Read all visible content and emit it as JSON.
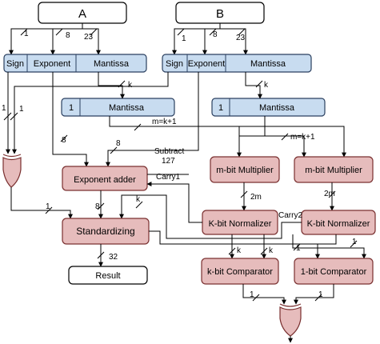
{
  "colors": {
    "blue_fill": "#c8dcf0",
    "blue_stroke": "#2a3f5f",
    "pink_fill": "#e6bcbc",
    "pink_stroke": "#7a3030",
    "white_fill": "#ffffff",
    "line": "#000000"
  },
  "inputs": {
    "a": "A",
    "b": "B"
  },
  "fields": {
    "sign": "Sign",
    "exponent": "Exponent",
    "mantissa": "Mantissa"
  },
  "mantissa_blocks": {
    "hidden_bit": "1",
    "label": "Mantissa"
  },
  "blocks": {
    "exponent_adder": "Exponent adder",
    "standardizing": "Standardizing",
    "result": "Result",
    "m_bit_multiplier": "m-bit Multiplier",
    "k_bit_normalizer": "K-bit Normalizer",
    "k_bit_comparator": "k-bit Comparator",
    "one_bit_comparator": "1-bit Comparator"
  },
  "bus_labels": {
    "one": "1",
    "eight": "8",
    "twenty_three": "23",
    "k": "k",
    "m_eq": "m=k+1",
    "two_m": "2m",
    "thirty_two": "32",
    "subtract": "Subtract",
    "one_two_seven": "127",
    "carry1": "Carry1",
    "carry2": "Carry2"
  }
}
